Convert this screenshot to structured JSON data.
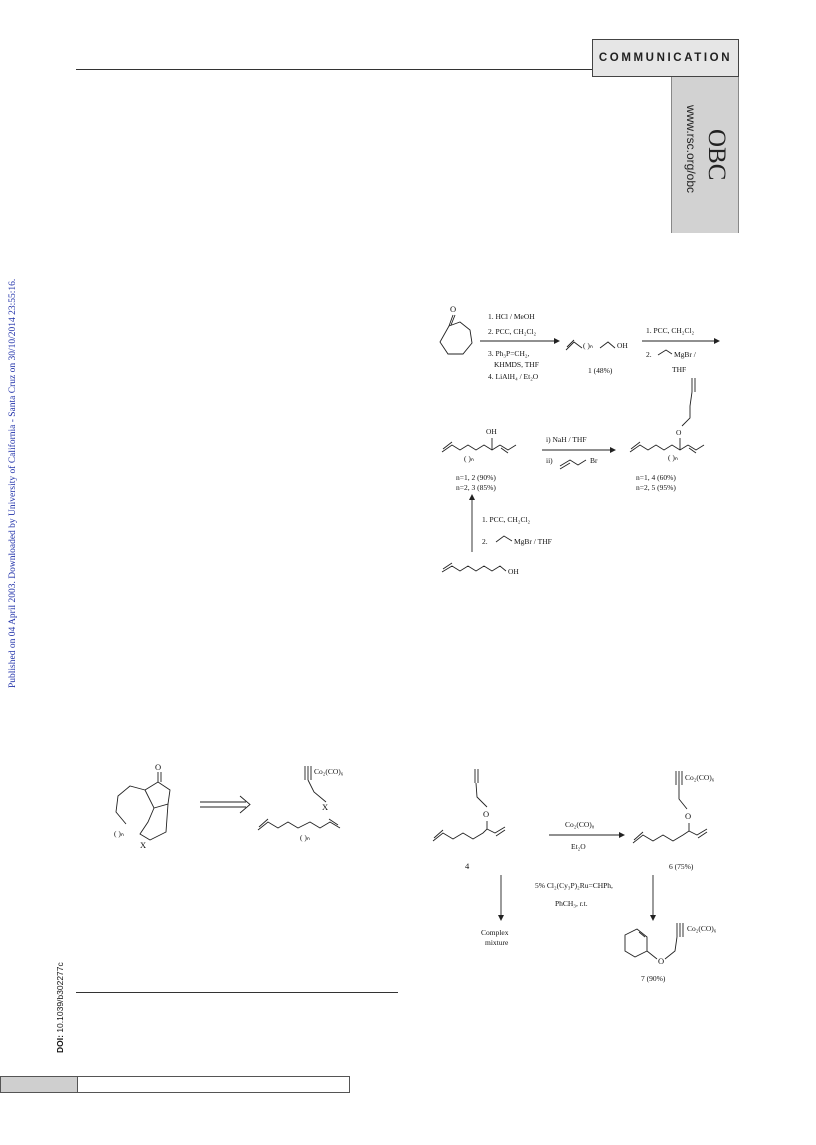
{
  "header": {
    "section_label": "COMMUNICATION",
    "journal_short": "OBC",
    "journal_url": "www.rsc.org/obc"
  },
  "sidebar": {
    "published_note": "Published on 04 April 2003. Downloaded by University of California - Santa Cruz on 30/10/2014 23:55:16.",
    "doi_label": "DOI:",
    "doi_value": "10.1039/b302277c"
  },
  "scheme1": {
    "start_O": "O",
    "step1_reagents": [
      "1. HCl / MeOH",
      "2. PCC, CH₂Cl₂",
      "3. Ph₃P=CH₂,",
      "KHMDS, THF",
      "4. LiAlH₄ / Et₂O"
    ],
    "product1_n": "( )ₙ",
    "product1_oh": "OH",
    "product1_label": "1 (48%)",
    "step2_reagents": [
      "1.   PCC, CH₂Cl₂",
      "2.",
      "MgBr /",
      "THF"
    ],
    "alcohol_oh": "OH",
    "alcohol_n": "( )ₙ",
    "alcohol_yields": [
      "n=1, 2 (90%)",
      "n=2, 3 (85%)"
    ],
    "step3_reagents": [
      "i) NaH / THF",
      "ii)",
      "Br"
    ],
    "ether_O": "O",
    "ether_n": "( )ₙ",
    "ether_yields": [
      "n=1, 4 (60%)",
      "n=2, 5 (95%)"
    ],
    "step4_reagents": [
      "1.   PCC, CH₂Cl₂",
      "2.",
      "MgBr / THF"
    ],
    "hexenol_oh": "OH"
  },
  "retro": {
    "ketone_O": "O",
    "bicyclic_n": "( )ₙ",
    "bicyclic_X": "X",
    "complex": "Co₂(CO)₆",
    "chain_X": "X",
    "chain_n": "( )ₙ"
  },
  "scheme2": {
    "ether_O": "O",
    "compound4_label": "4",
    "reagent_top": "Co₂(CO)₈",
    "reagent_bottom": "Et₂O",
    "product6_complex": "Co₂(CO)₆",
    "product6_O": "O",
    "product6_label": "6 (75%)",
    "rcm_reagents": [
      "5% Cl₂(Cy₃P)₂Ru=CHPh,",
      "PhCH₃, r.t."
    ],
    "complex_mixture": [
      "Complex",
      "mixture"
    ],
    "product7_complex": "Co₂(CO)₆",
    "product7_O": "O",
    "product7_label": "7 (90%)"
  }
}
